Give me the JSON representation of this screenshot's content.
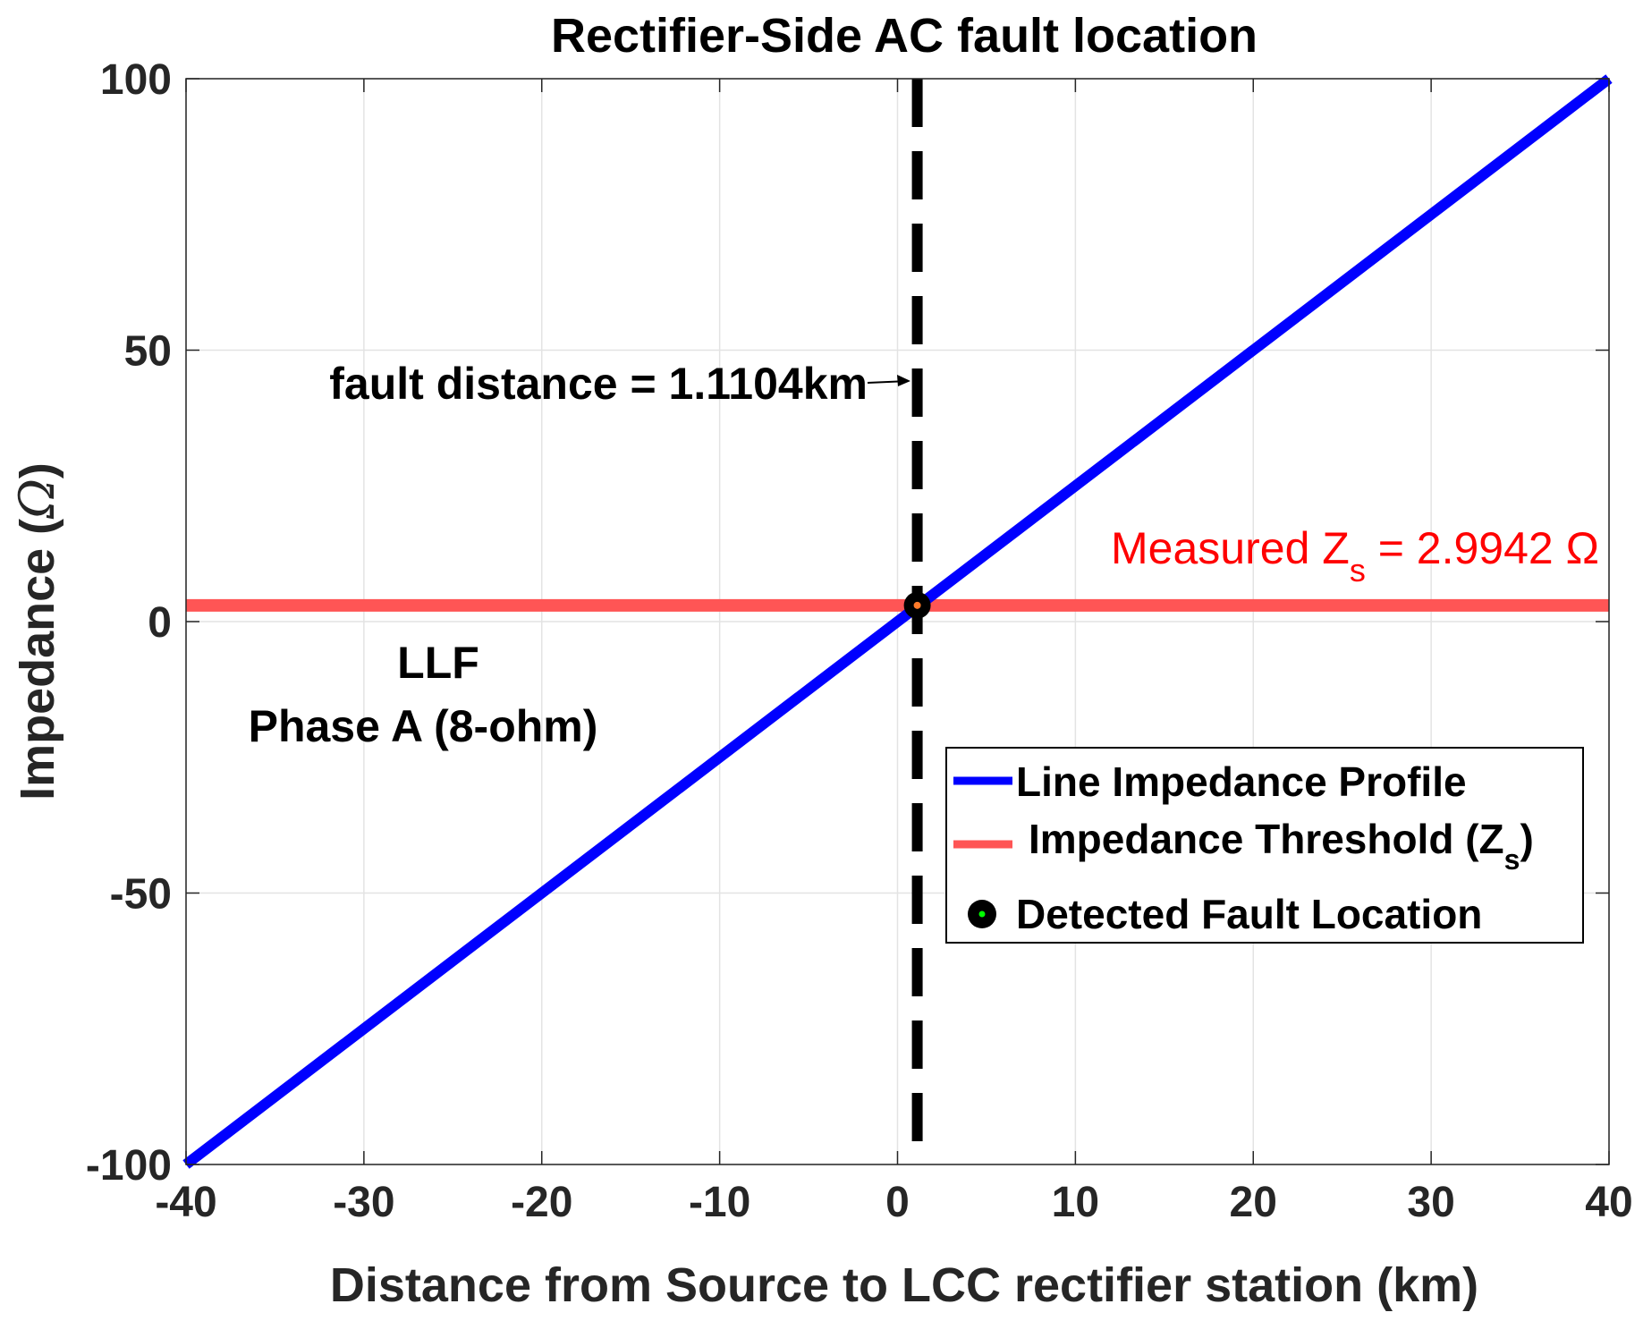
{
  "chart_data": {
    "type": "line",
    "title": "Rectifier-Side AC fault location",
    "xlabel": "Distance from Source to LCC rectifier station (km)",
    "ylabel_main": "Impedance (",
    "ylabel_symbol": "Ω",
    "ylabel_close": ")",
    "xlim": [
      -40,
      40
    ],
    "ylim": [
      -100,
      100
    ],
    "xticks": [
      -40,
      -30,
      -20,
      -10,
      0,
      10,
      20,
      30,
      40
    ],
    "yticks": [
      -100,
      -50,
      0,
      50,
      100
    ],
    "grid": true,
    "legend_position": "lower-right",
    "series": [
      {
        "name": "Line Impedance Profile",
        "color": "#0000ff",
        "style": "solid",
        "x": [
          -40,
          40
        ],
        "y": [
          -100,
          100
        ]
      },
      {
        "name": "Impedance Threshold (Zs)",
        "legend_main": "Impedance Threshold (Z",
        "legend_sub": "s",
        "legend_close": ")",
        "color": "#ff5555",
        "style": "solid",
        "x": [
          -40,
          40
        ],
        "y": [
          2.9942,
          2.9942
        ]
      },
      {
        "name": "Detected Fault Location",
        "type": "marker",
        "marker_color": "#000000",
        "marker_center_color": "#00ff00",
        "x": [
          1.1104
        ],
        "y": [
          2.9942
        ]
      }
    ],
    "fault_line": {
      "x": 1.1104,
      "color": "#000000",
      "style": "dashed"
    },
    "annotations": {
      "fault_distance": "fault distance = 1.1104km",
      "measured_main": "Measured Z",
      "measured_sub": "s",
      "measured_rest": " = 2.9942 Ω",
      "fault_type": "LLF",
      "phase": "Phase A (8-ohm)"
    }
  }
}
